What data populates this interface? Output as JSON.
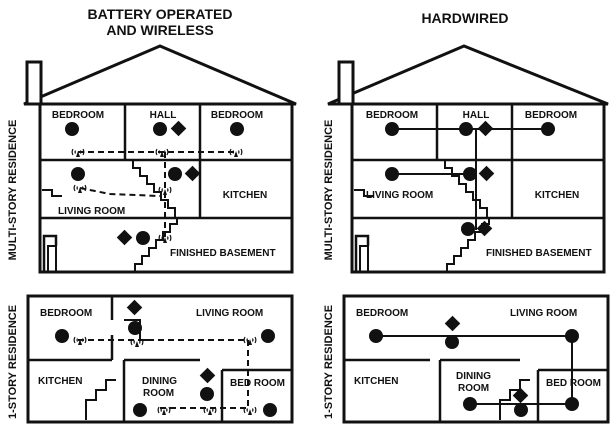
{
  "titles": {
    "left_line1": "BATTERY OPERATED",
    "left_line2": "AND WIRELESS",
    "right": "HARDWIRED"
  },
  "side_labels": {
    "multi_left": "MULTI-STORY RESIDENCE",
    "multi_right": "MULTI-STORY RESIDENCE",
    "single_left": "1-STORY RESIDENCE",
    "single_right": "1-STORY RESIDENCE"
  },
  "rooms": {
    "bedroom": "BEDROOM",
    "hall": "HALL",
    "kitchen": "KITCHEN",
    "living_room": "LIVING ROOM",
    "finished_basement": "FINISHED BASEMENT",
    "dining": "DINING",
    "room": "ROOM",
    "bed_room": "BED ROOM"
  },
  "colors": {
    "ink": "#111111",
    "background": "#ffffff"
  },
  "icons": {
    "smoke_alarm": "filled-circle",
    "co_alarm": "filled-diamond",
    "wireless": "wireless-signal-icon"
  }
}
